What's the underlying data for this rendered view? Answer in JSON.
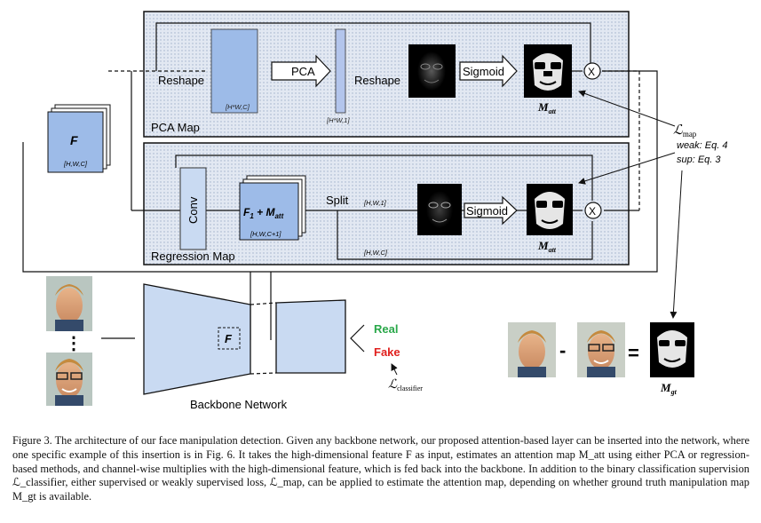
{
  "pca_box": {
    "title": "PCA Map",
    "reshape_left": "Reshape",
    "dims_big": "[H*W,C]",
    "pca_label": "PCA",
    "dims_narrow": "[H*W,1]",
    "reshape_right": "Reshape",
    "sigmoid": "Sigmoid",
    "multiply": "X",
    "m_att": "M",
    "m_att_sub": "att"
  },
  "feature": {
    "label": "F",
    "dims": "[H,W,C]"
  },
  "regression_box": {
    "title": "Regression Map",
    "conv": "Conv",
    "f1_label": "F",
    "f1_sub": "1",
    "f1_plus": " + M",
    "f1_plus_sub": "att",
    "f1_dims": "[H,W,C+1]",
    "split": "Split",
    "split_dims_top": "[H,W,1]",
    "split_dims_bottom": "[H,W,C]",
    "sigmoid": "Sigmoid",
    "multiply": "X",
    "m_att": "M",
    "m_att_sub": "att"
  },
  "loss_map": {
    "symbol": "ℒ",
    "sub": "map",
    "weak": "weak: Eq. 4",
    "sup": "sup: Eq. 3"
  },
  "backbone": {
    "label": "Backbone Network",
    "f_label": "F",
    "ellipsis": "⋮",
    "real": "Real",
    "fake": "Fake",
    "loss_symbol": "ℒ",
    "loss_sub": "classifier"
  },
  "gt": {
    "minus": "-",
    "equals": "=",
    "m_gt": "M",
    "m_gt_sub": "gt"
  },
  "colors": {
    "real": "#2aa84a",
    "fake": "#e0201e",
    "block_fill": "#c9daf2",
    "panel_fill": "#dfe6f1"
  },
  "caption": {
    "text": "Figure 3. The architecture of our face manipulation detection. Given any backbone network, our proposed attention-based layer can be inserted into the network, where one specific example of this insertion is in Fig. 6. It takes the high-dimensional feature F as input, estimates an attention map M_att using either PCA or regression-based methods, and channel-wise multiplies with the high-dimensional feature, which is fed back into the backbone. In addition to the binary classification supervision ℒ_classifier, either supervised or weakly supervised loss, ℒ_map, can be applied to estimate the attention map, depending on whether ground truth manipulation map M_gt is available."
  }
}
